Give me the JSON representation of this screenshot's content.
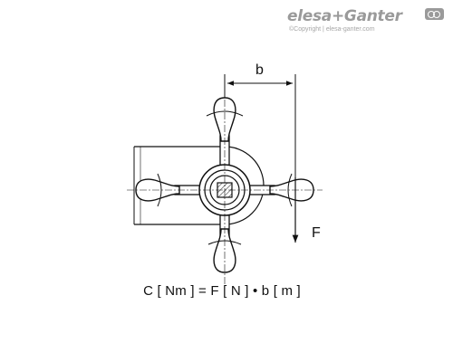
{
  "logo": {
    "brand": "elesa+Ganter",
    "copyright": "©Copyright | elesa-ganter.com",
    "badge_icon": "interlocking-rings-icon",
    "color": "#9a9a9a"
  },
  "diagram": {
    "dimension_label": "b",
    "force_label": "F",
    "formula": "C [ Nm ] = F [ N ] • b [ m ]",
    "line_color": "#111111",
    "fill_color": "#ffffff",
    "hatch_color": "#555555"
  }
}
